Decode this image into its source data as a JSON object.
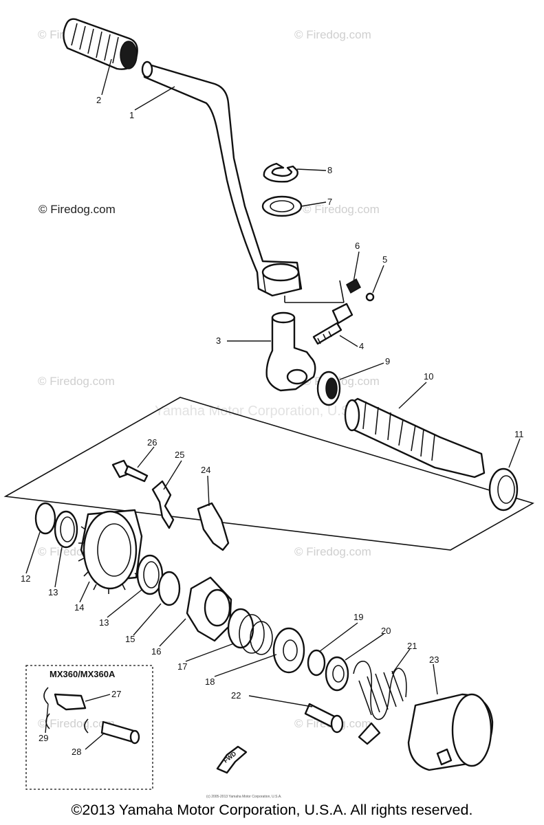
{
  "watermarks": {
    "short": "© Firedog.com",
    "featured": "© Firedog.com",
    "brand": "Yamaha Motor Corporation, U.S.A."
  },
  "variant_label": "MX360/MX360A",
  "fwd_label": "FWD",
  "fine_print": "(c) 2005-2013 Yamaha Motor Corporation, U.S.A.",
  "copyright": "©2013 Yamaha Motor Corporation, U.S.A. All rights reserved.",
  "callouts": {
    "p1": "1",
    "p2": "2",
    "p3": "3",
    "p4": "4",
    "p5": "5",
    "p6": "6",
    "p7": "7",
    "p8": "8",
    "p9": "9",
    "p10": "10",
    "p11": "11",
    "p12": "12",
    "p13a": "13",
    "p13b": "13",
    "p14": "14",
    "p15": "15",
    "p16": "16",
    "p17": "17",
    "p18": "18",
    "p19": "19",
    "p20": "20",
    "p21": "21",
    "p22": "22",
    "p23": "23",
    "p24": "24",
    "p25": "25",
    "p26": "26",
    "p27": "27",
    "p28": "28",
    "p29": "29"
  }
}
